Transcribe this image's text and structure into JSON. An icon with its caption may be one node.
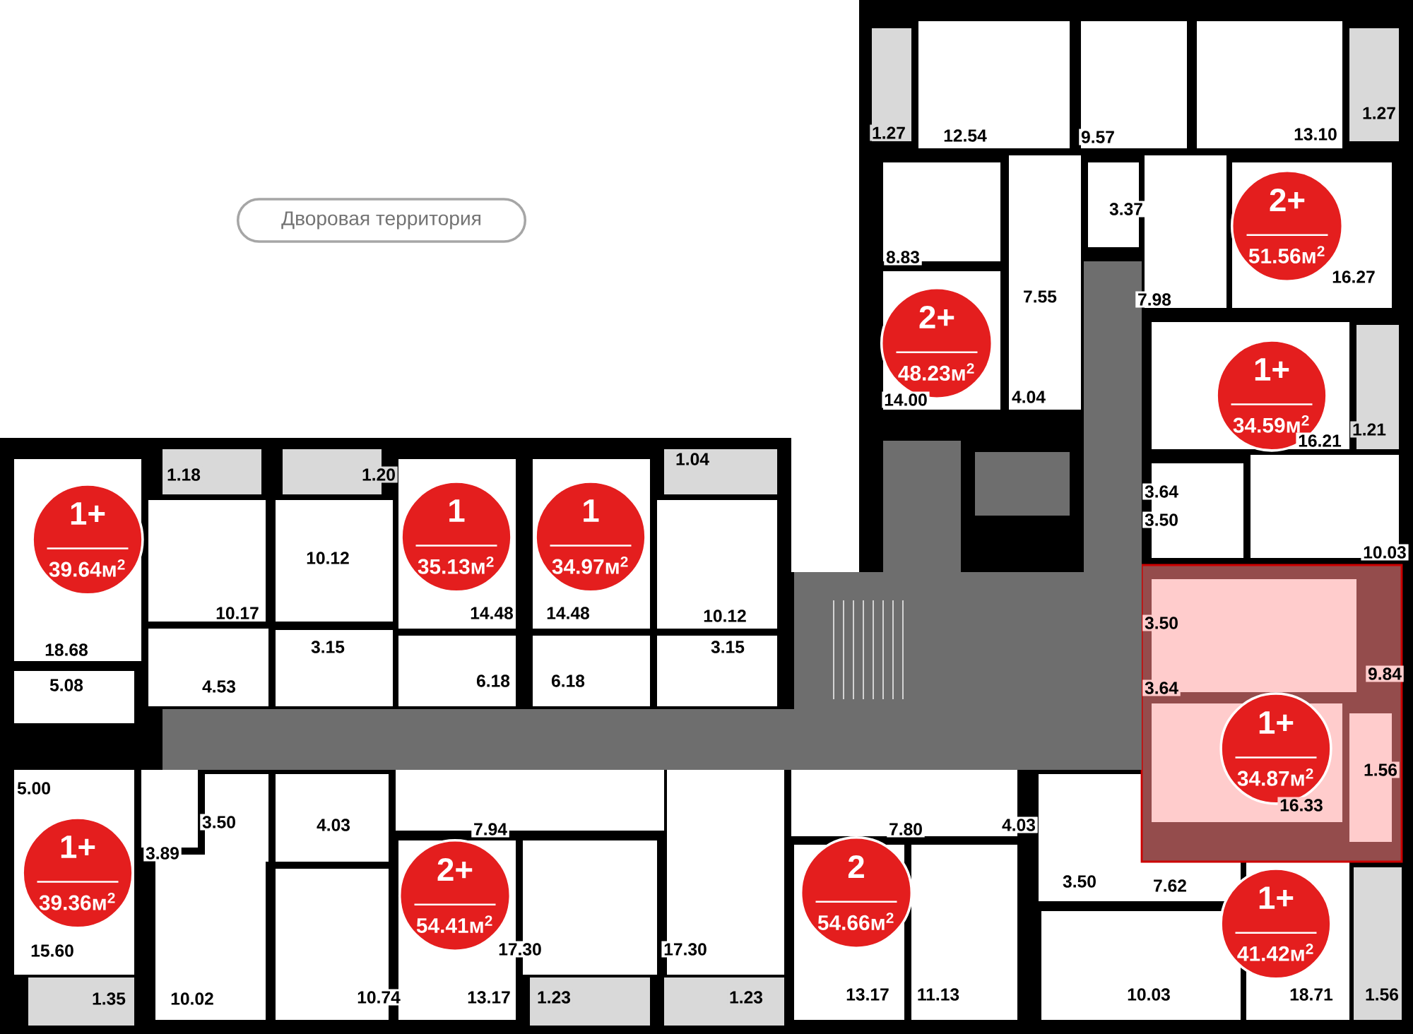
{
  "diagram": {
    "nodes": [
      {
        "text": [
          "Дворовая территория"
        ]
      },
      {
        "text": [
          "2+",
          "51.56м$^{2}$"
        ]
      },
      {
        "text": [
          "2+",
          "48.23м$^{2}$"
        ]
      },
      {
        "text": [
          "1+",
          "34.59м$^{2}$"
        ]
      },
      {
        "text": [
          "1+",
          "39.64м$^{2}$"
        ]
      },
      {
        "text": [
          "1",
          "35.13м$^{2}$"
        ]
      },
      {
        "text": [
          "1",
          "34.97м$^{2}$"
        ]
      },
      {
        "text": [
          "1+",
          "34.87м$^{2}$"
        ]
      },
      {
        "text": [
          "1+",
          "39.36м$^{2}$"
        ]
      },
      {
        "text": [
          "2+",
          "54.41м$^{2}$"
        ]
      },
      {
        "text": [
          "2",
          "54.66м$^{2}$"
        ]
      },
      {
        "text": [
          "1+",
          "41.42м$^{2}$"
        ]
      }
    ],
    "labels": [
      "1.27",
      "12.54",
      "9.57",
      "13.10",
      "1.27",
      "3.37",
      "8.83",
      "7.55",
      "7.98",
      "16.27",
      "14.00",
      "4.04",
      "16.21",
      "1.21",
      "3.64",
      "3.50",
      "10.03",
      "1.18",
      "1.20",
      "1.04",
      "10.12",
      "10.17",
      "14.48",
      "14.48",
      "10.12",
      "18.68",
      "3.15",
      "3.15",
      "5.08",
      "4.53",
      "6.18",
      "6.18",
      "3.50",
      "9.84",
      "3.64",
      "1.56",
      "16.33",
      "5.00",
      "3.50",
      "4.03",
      "3.89",
      "7.94",
      "7.80",
      "4.03",
      "3.50",
      "7.62",
      "15.60",
      "17.30",
      "17.30",
      "1.35",
      "10.02",
      "10.74",
      "13.17",
      "1.23",
      "1.23",
      "13.17",
      "11.13",
      "10.03",
      "18.71",
      "1.56"
    ]
  }
}
